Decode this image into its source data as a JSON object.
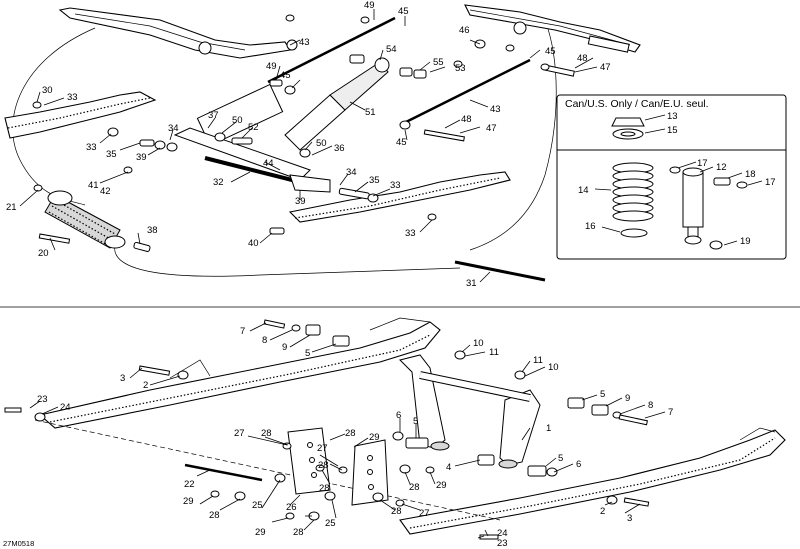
{
  "diagram": {
    "inset_title": "Can/U.S. Only / Can/E.U. seul.",
    "drawing_code": "27M0518",
    "callouts_top": [
      {
        "id": "t49a",
        "text": "49"
      },
      {
        "id": "t45a",
        "text": "45"
      },
      {
        "id": "t43a",
        "text": "43"
      },
      {
        "id": "t46",
        "text": "46"
      },
      {
        "id": "t54",
        "text": "54"
      },
      {
        "id": "t45b",
        "text": "45"
      },
      {
        "id": "t49b",
        "text": "49"
      },
      {
        "id": "t55",
        "text": "55"
      },
      {
        "id": "t53",
        "text": "53"
      },
      {
        "id": "t48a",
        "text": "48"
      },
      {
        "id": "t47a",
        "text": "47"
      },
      {
        "id": "t45c",
        "text": "45"
      },
      {
        "id": "t30",
        "text": "30"
      },
      {
        "id": "t33a",
        "text": "33"
      },
      {
        "id": "t51",
        "text": "51"
      },
      {
        "id": "t43b",
        "text": "43"
      },
      {
        "id": "t37",
        "text": "37"
      },
      {
        "id": "t50a",
        "text": "50"
      },
      {
        "id": "t52",
        "text": "52"
      },
      {
        "id": "t34a",
        "text": "34"
      },
      {
        "id": "t33b",
        "text": "33"
      },
      {
        "id": "t35a",
        "text": "35"
      },
      {
        "id": "t39a",
        "text": "39"
      },
      {
        "id": "t50b",
        "text": "50"
      },
      {
        "id": "t36",
        "text": "36"
      },
      {
        "id": "t45d",
        "text": "45"
      },
      {
        "id": "t48b",
        "text": "48"
      },
      {
        "id": "t47b",
        "text": "47"
      },
      {
        "id": "t44",
        "text": "44"
      },
      {
        "id": "t41",
        "text": "41"
      },
      {
        "id": "t42",
        "text": "42"
      },
      {
        "id": "t32",
        "text": "32"
      },
      {
        "id": "t34b",
        "text": "34"
      },
      {
        "id": "t35b",
        "text": "35"
      },
      {
        "id": "t33c",
        "text": "33"
      },
      {
        "id": "t39b",
        "text": "39"
      },
      {
        "id": "t21",
        "text": "21"
      },
      {
        "id": "t38",
        "text": "38"
      },
      {
        "id": "t40",
        "text": "40"
      },
      {
        "id": "t33d",
        "text": "33"
      },
      {
        "id": "t20",
        "text": "20"
      },
      {
        "id": "t31",
        "text": "31"
      },
      {
        "id": "t13",
        "text": "13"
      },
      {
        "id": "t15",
        "text": "15"
      },
      {
        "id": "t17a",
        "text": "17"
      },
      {
        "id": "t12",
        "text": "12"
      },
      {
        "id": "t18",
        "text": "18"
      },
      {
        "id": "t17b",
        "text": "17"
      },
      {
        "id": "t14",
        "text": "14"
      },
      {
        "id": "t16",
        "text": "16"
      },
      {
        "id": "t19",
        "text": "19"
      }
    ],
    "callouts_bottom": [
      {
        "id": "b7a",
        "text": "7"
      },
      {
        "id": "b8a",
        "text": "8"
      },
      {
        "id": "b9a",
        "text": "9"
      },
      {
        "id": "b5a",
        "text": "5"
      },
      {
        "id": "b10a",
        "text": "10"
      },
      {
        "id": "b11a",
        "text": "11"
      },
      {
        "id": "b11b",
        "text": "11"
      },
      {
        "id": "b10b",
        "text": "10"
      },
      {
        "id": "b3a",
        "text": "3"
      },
      {
        "id": "b2a",
        "text": "2"
      },
      {
        "id": "b5b",
        "text": "5"
      },
      {
        "id": "b9b",
        "text": "9"
      },
      {
        "id": "b23a",
        "text": "23"
      },
      {
        "id": "b24a",
        "text": "24"
      },
      {
        "id": "b8b",
        "text": "8"
      },
      {
        "id": "b7b",
        "text": "7"
      },
      {
        "id": "b6a",
        "text": "6"
      },
      {
        "id": "b5c",
        "text": "5"
      },
      {
        "id": "b27a",
        "text": "27"
      },
      {
        "id": "b28a",
        "text": "28"
      },
      {
        "id": "b28b",
        "text": "28"
      },
      {
        "id": "b29a",
        "text": "29"
      },
      {
        "id": "b1",
        "text": "1"
      },
      {
        "id": "b27b",
        "text": "27"
      },
      {
        "id": "b28c",
        "text": "28"
      },
      {
        "id": "b4",
        "text": "4"
      },
      {
        "id": "b5d",
        "text": "5"
      },
      {
        "id": "b6b",
        "text": "6"
      },
      {
        "id": "b29b",
        "text": "29"
      },
      {
        "id": "b28d",
        "text": "28"
      },
      {
        "id": "b22",
        "text": "22"
      },
      {
        "id": "b28e",
        "text": "28"
      },
      {
        "id": "b29c",
        "text": "29"
      },
      {
        "id": "b28f",
        "text": "28"
      },
      {
        "id": "b25a",
        "text": "25"
      },
      {
        "id": "b26",
        "text": "26"
      },
      {
        "id": "b28g",
        "text": "28"
      },
      {
        "id": "b27c",
        "text": "27"
      },
      {
        "id": "b29d",
        "text": "29"
      },
      {
        "id": "b28h",
        "text": "28"
      },
      {
        "id": "b25b",
        "text": "25"
      },
      {
        "id": "b2b",
        "text": "2"
      },
      {
        "id": "b3b",
        "text": "3"
      },
      {
        "id": "b24b",
        "text": "24"
      },
      {
        "id": "b23b",
        "text": "23"
      }
    ]
  }
}
